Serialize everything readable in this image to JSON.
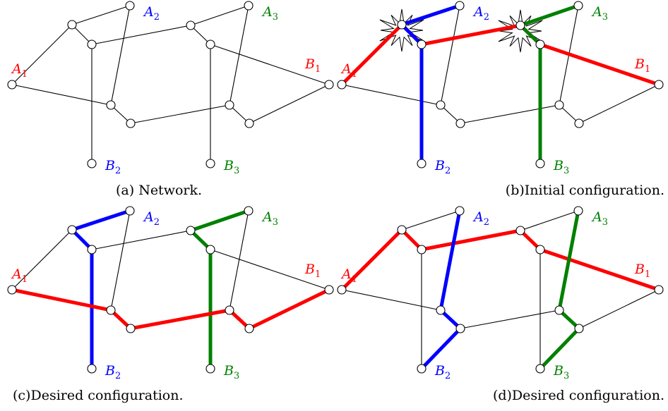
{
  "colors": {
    "red": "#ff0000",
    "blue": "#0000ff",
    "green": "#008000",
    "black": "#000000"
  },
  "panels": [
    {
      "id": "a",
      "caption": "(a) Network.",
      "highlights": [],
      "conflicts": []
    },
    {
      "id": "b",
      "caption": "(b)Initial configuration.",
      "highlights": [
        {
          "color": "red",
          "nodes": [
            "A1",
            "n1",
            "n2",
            "n5",
            "n6",
            "B1"
          ]
        },
        {
          "color": "blue",
          "nodes": [
            "A2",
            "n1",
            "n2",
            "B2"
          ]
        },
        {
          "color": "green",
          "nodes": [
            "A3",
            "n5",
            "n6",
            "B3"
          ]
        }
      ],
      "conflicts": [
        "n1",
        "n5"
      ]
    },
    {
      "id": "c",
      "caption": "(c)Desired configuration.",
      "highlights": [
        {
          "color": "blue",
          "nodes": [
            "A2",
            "n1",
            "n2",
            "B2"
          ]
        },
        {
          "color": "green",
          "nodes": [
            "A3",
            "n5",
            "n6",
            "B3"
          ]
        },
        {
          "color": "red",
          "nodes": [
            "A1",
            "n3",
            "n4",
            "n7",
            "n8",
            "B1"
          ]
        }
      ],
      "conflicts": []
    },
    {
      "id": "d",
      "caption": "(d)Desired configuration.",
      "highlights": [
        {
          "color": "red",
          "nodes": [
            "A1",
            "n1",
            "n2",
            "n5",
            "n6",
            "B1"
          ]
        },
        {
          "color": "blue",
          "nodes": [
            "A2",
            "n3",
            "n4",
            "B2"
          ]
        },
        {
          "color": "green",
          "nodes": [
            "A3",
            "n7",
            "n8",
            "B3"
          ]
        }
      ],
      "conflicts": []
    }
  ],
  "labels": [
    {
      "node": "A1",
      "main": "A",
      "sub": "1",
      "color": "red"
    },
    {
      "node": "A2",
      "main": "A",
      "sub": "2",
      "color": "blue"
    },
    {
      "node": "A3",
      "main": "A",
      "sub": "3",
      "color": "green"
    },
    {
      "node": "B1",
      "main": "B",
      "sub": "1",
      "color": "red"
    },
    {
      "node": "B2",
      "main": "B",
      "sub": "2",
      "color": "blue"
    },
    {
      "node": "B3",
      "main": "B",
      "sub": "3",
      "color": "green"
    }
  ],
  "edges": [
    [
      "A1",
      "n1"
    ],
    [
      "A1",
      "n3"
    ],
    [
      "n1",
      "A2"
    ],
    [
      "n1",
      "n2"
    ],
    [
      "A2",
      "n3"
    ],
    [
      "n2",
      "B2"
    ],
    [
      "n2",
      "n5"
    ],
    [
      "n3",
      "n4"
    ],
    [
      "n4",
      "n7"
    ],
    [
      "n5",
      "A3"
    ],
    [
      "n5",
      "n6"
    ],
    [
      "A3",
      "n7"
    ],
    [
      "n6",
      "B3"
    ],
    [
      "n6",
      "B1"
    ],
    [
      "n7",
      "n8"
    ],
    [
      "n8",
      "B1"
    ]
  ]
}
